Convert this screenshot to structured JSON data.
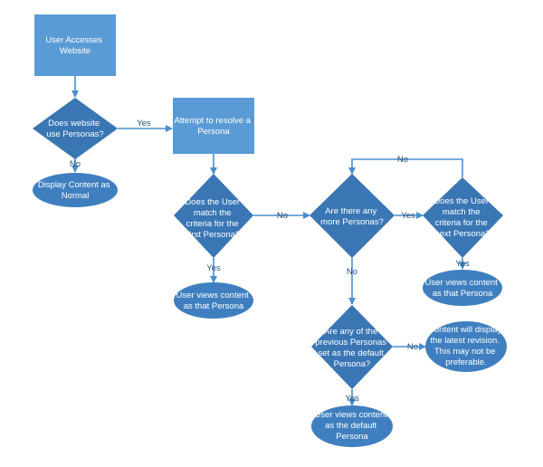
{
  "nodes": {
    "start": [
      "User Accesses",
      "Website"
    ],
    "uses_personas": [
      "Does website",
      "use Personas?"
    ],
    "display_normal": [
      "Display Content as",
      "Normal"
    ],
    "resolve_persona": [
      "Attempt to resolve a",
      "Persona"
    ],
    "match_first": [
      "Does the User",
      "match the",
      "criteria for the",
      "first Persona?"
    ],
    "more_personas": [
      "Are there any",
      "more Personas?"
    ],
    "match_next": [
      "Does the User",
      "match the",
      "criteria for the",
      "next Persona?"
    ],
    "views_first": [
      "User views content",
      "as that Persona"
    ],
    "views_next": [
      "User views content",
      "as that Persona"
    ],
    "any_default": [
      "Are any of the",
      "previous Personas",
      "set as the default",
      "Persona?"
    ],
    "latest_revision": [
      "Content will display",
      "the latest revision.",
      "This may not be",
      "preferable."
    ],
    "views_default": [
      "User views content",
      "as the default",
      "Persona"
    ]
  },
  "edges": {
    "yes_1": "Yes",
    "no_1": "No",
    "no_2": "No",
    "yes_2": "Yes",
    "no_loop": "No",
    "yes_3": "Yes",
    "no_3": "No",
    "yes_4": "Yes",
    "no_4": "No",
    "yes_5": "Yes"
  },
  "colors": {
    "process": "#5a9bd6",
    "decision": "#3a76b4",
    "terminal": "#3f7fbf",
    "connector": "#4a8fd0",
    "label": "#1f4e79"
  }
}
